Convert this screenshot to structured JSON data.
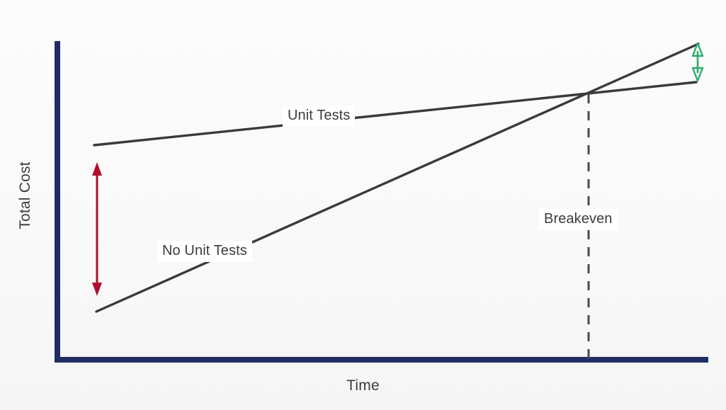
{
  "chart_data": {
    "type": "line",
    "title": "",
    "xlabel": "Time",
    "ylabel": "Total Cost",
    "grid": false,
    "legend_position": "inline-labels",
    "axis_color": "#1f2d63",
    "xlim": [
      0,
      100
    ],
    "ylim": [
      0,
      100
    ],
    "series": [
      {
        "name": "Unit Tests",
        "color": "#3a3a3a",
        "style": "solid",
        "description": "High initial cost, slowly rising; flatter slope",
        "points": [
          {
            "x": 5.8,
            "y": 67.3
          },
          {
            "x": 100.0,
            "y": 87.1
          }
        ]
      },
      {
        "name": "No Unit Tests",
        "color": "#3a3a3a",
        "style": "solid",
        "description": "Low initial cost, steeply rising; crosses Unit Tests at breakeven",
        "points": [
          {
            "x": 6.1,
            "y": 15.1
          },
          {
            "x": 100.0,
            "y": 99.1
          }
        ]
      }
    ],
    "annotations": [
      {
        "name": "breakeven",
        "label": "Breakeven",
        "type": "vertical-dashed-line",
        "x": 82.0,
        "y_top": 87.0,
        "y_bottom": 0.0,
        "color": "#4a4a4a"
      },
      {
        "name": "initial-cost-gap",
        "label": "",
        "type": "double-headed-arrow",
        "orientation": "vertical",
        "color": "#b01030",
        "x": 6.5,
        "y_top": 61.8,
        "y_bottom": 21.1,
        "meaning": "Up-front cost premium of writing unit tests"
      },
      {
        "name": "savings-gap",
        "label": "",
        "type": "double-headed-arrow",
        "orientation": "vertical",
        "color": "#2eaa6e",
        "x": 98.3,
        "y_top": 99.0,
        "y_bottom": 87.9,
        "meaning": "Long-run cost savings from unit tests"
      }
    ]
  },
  "labels": {
    "unit_tests": "Unit Tests",
    "no_unit_tests": "No Unit Tests",
    "breakeven": "Breakeven",
    "x_axis": "Time",
    "y_axis": "Total Cost"
  },
  "colors": {
    "axis": "#1f2d63",
    "line": "#3a3a3a",
    "red_arrow": "#b01030",
    "green_arrow": "#2eaa6e",
    "dashed": "#4a4a4a",
    "background": "#fbfbfb",
    "label_text": "#3c3c3c"
  }
}
